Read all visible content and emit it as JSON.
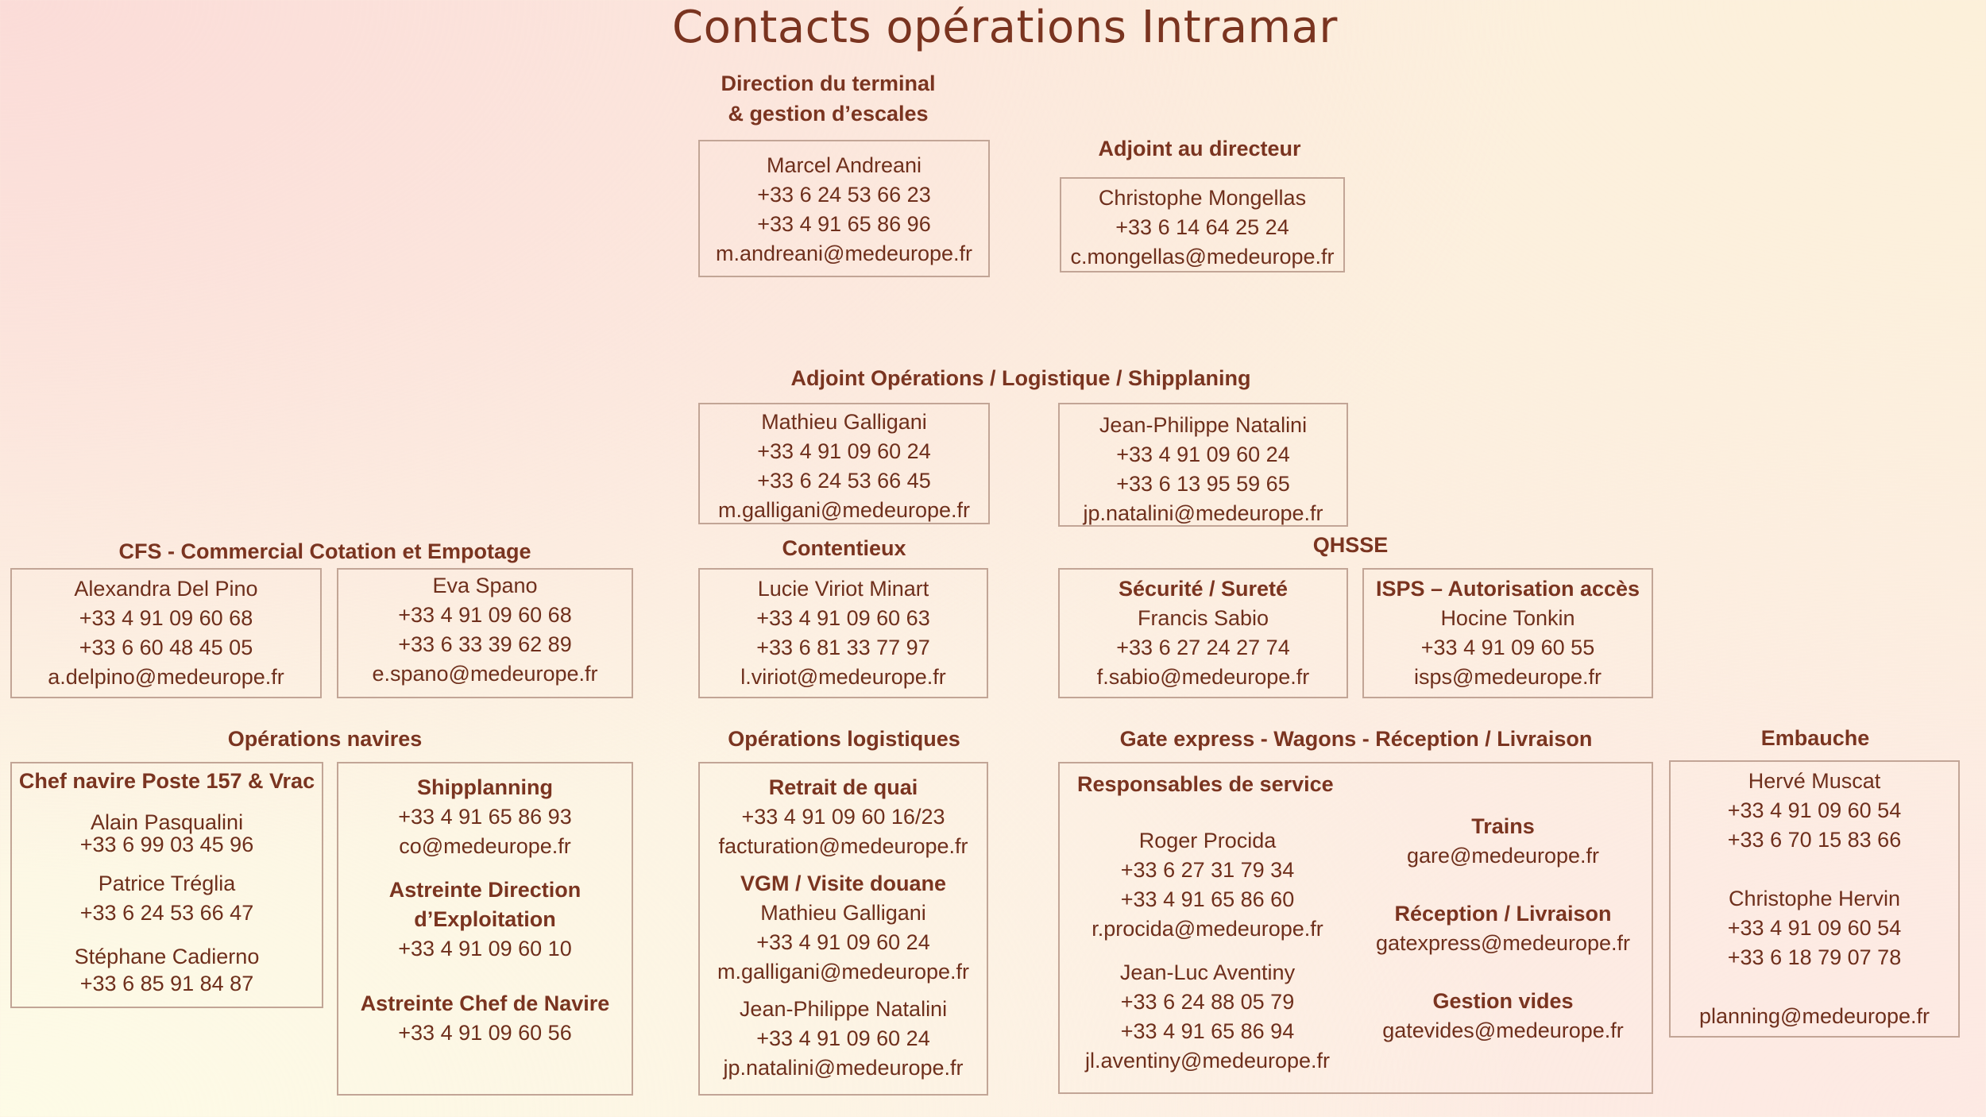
{
  "title": "Contacts opérations Intramar",
  "direction": {
    "header_l1": "Direction du terminal",
    "header_l2": "& gestion d’escales",
    "name": "Marcel Andreani",
    "phone1": "+33 6 24 53 66 23",
    "phone2": "+33 4 91 65 86 96",
    "email": "m.andreani@medeurope.fr"
  },
  "adjoint_directeur": {
    "header": "Adjoint au directeur",
    "name": "Christophe Mongellas",
    "phone1": "+33 6 14 64 25 24",
    "email": "c.mongellas@medeurope.fr"
  },
  "adjoint_operations": {
    "header": "Adjoint Opérations / Logistique / Shipplaning",
    "contacts": [
      {
        "name": "Mathieu Galligani",
        "phone1": "+33 4 91 09 60 24",
        "phone2": "+33 6 24 53 66 45",
        "email": "m.galligani@medeurope.fr"
      },
      {
        "name": "Jean-Philippe Natalini",
        "phone1": "+33 4 91 09 60 24",
        "phone2": "+33 6 13 95 59 65",
        "email": "jp.natalini@medeurope.fr"
      }
    ]
  },
  "cfs": {
    "header": "CFS - Commercial Cotation et Empotage",
    "contacts": [
      {
        "name": "Alexandra Del Pino",
        "phone1": "+33 4 91 09 60 68",
        "phone2": "+33 6 60 48 45 05",
        "email": "a.delpino@medeurope.fr"
      },
      {
        "name": "Eva Spano",
        "phone1": "+33 4 91 09 60 68",
        "phone2": "+33 6 33 39 62 89",
        "email": "e.spano@medeurope.fr"
      }
    ]
  },
  "contentieux": {
    "header": "Contentieux",
    "name": "Lucie Viriot Minart",
    "phone1": "+33 4 91 09 60 63",
    "phone2": "+33 6 81 33 77 97",
    "email": "l.viriot@medeurope.fr"
  },
  "qhsse": {
    "header": "QHSSE",
    "units": [
      {
        "title": "Sécurité / Sureté",
        "name": "Francis Sabio",
        "phone": "+33 6 27 24 27 74",
        "email": "f.sabio@medeurope.fr"
      },
      {
        "title": "ISPS – Autorisation accès",
        "name": "Hocine Tonkin",
        "phone": "+33 4 91 09 60 55",
        "email": "isps@medeurope.fr"
      }
    ]
  },
  "operations_navires": {
    "header": "Opérations navires",
    "chef_navire": {
      "title": "Chef navire Poste 157 & Vrac",
      "contacts": [
        {
          "name": "Alain Pasqualini",
          "phone": "+33 6 99 03 45 96"
        },
        {
          "name": "Patrice Tréglia",
          "phone": "+33 6 24 53 66 47"
        },
        {
          "name": "Stéphane Cadierno",
          "phone": "+33 6 85 91 84 87"
        }
      ]
    },
    "shipplanning": {
      "title": "Shipplanning",
      "phone": "+33 4 91 65 86 93",
      "email": "co@medeurope.fr",
      "astreinte_direction_l1": "Astreinte Direction",
      "astreinte_direction_l2": "d’Exploitation",
      "astreinte_direction_phone": "+33 4 91 09 60 10",
      "astreinte_chef": "Astreinte Chef de Navire",
      "astreinte_chef_phone": "+33 4 91 09 60 56"
    }
  },
  "operations_logistiques": {
    "header": "Opérations logistiques",
    "retrait_title": "Retrait de quai",
    "retrait_phone": "+33 4 91 09 60 16/23",
    "retrait_email": "facturation@medeurope.fr",
    "vgm_title": "VGM / Visite douane",
    "contacts": [
      {
        "name": "Mathieu Galligani",
        "phone": "+33 4 91 09 60 24",
        "email": "m.galligani@medeurope.fr"
      },
      {
        "name": "Jean-Philippe Natalini",
        "phone": "+33 4 91 09 60 24",
        "email": "jp.natalini@medeurope.fr"
      }
    ]
  },
  "gate_express": {
    "header": "Gate express - Wagons - Réception / Livraison",
    "responsables_title": "Responsables de service",
    "responsables": [
      {
        "name": "Roger Procida",
        "phone1": "+33 6 27 31 79 34",
        "phone2": "+33 4 91 65 86 60",
        "email": "r.procida@medeurope.fr"
      },
      {
        "name": "Jean-Luc Aventiny",
        "phone1": "+33 6 24 88 05 79",
        "phone2": "+33 4 91 65 86 94",
        "email": "jl.aventiny@medeurope.fr"
      }
    ],
    "services": [
      {
        "title": "Trains",
        "email": "gare@medeurope.fr"
      },
      {
        "title": "Réception / Livraison",
        "email": "gatexpress@medeurope.fr"
      },
      {
        "title": "Gestion vides",
        "email": "gatevides@medeurope.fr"
      }
    ]
  },
  "embauche": {
    "header": "Embauche",
    "contacts": [
      {
        "name": "Hervé Muscat",
        "phone1": "+33 4 91 09 60 54",
        "phone2": "+33 6 70 15 83 66"
      },
      {
        "name": "Christophe Hervin",
        "phone1": "+33 4 91 09 60 54",
        "phone2": "+33 6 18 79 07 78"
      }
    ],
    "email": "planning@medeurope.fr"
  },
  "colors": {
    "text": "#6e2f1c",
    "heading": "#7a3420",
    "box_border": "#c2a596"
  }
}
